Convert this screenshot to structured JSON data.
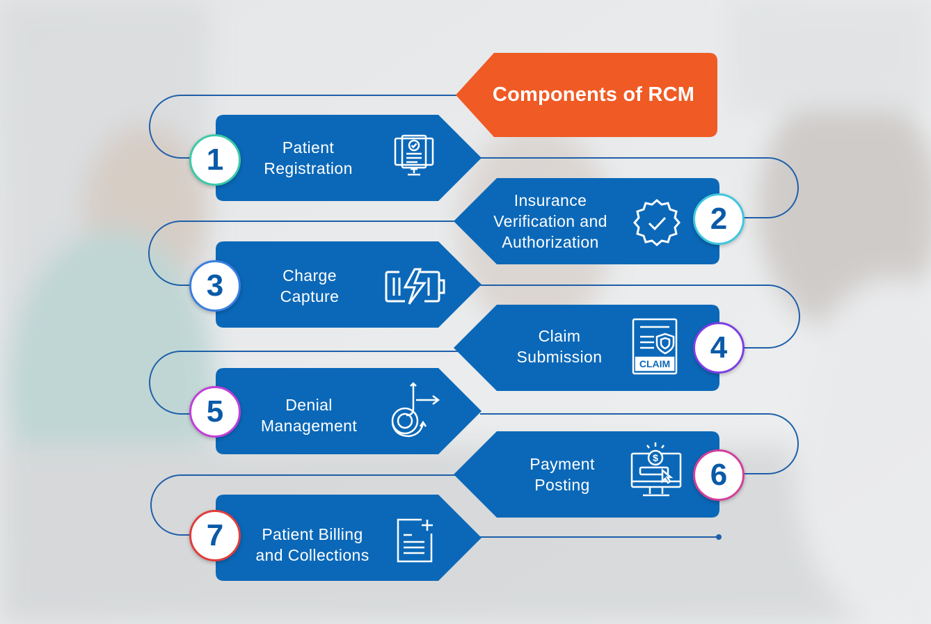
{
  "title": "Components of RCM",
  "colors": {
    "step_fill": "#0b68b8",
    "title_fill": "#f05a24",
    "connector": "#1e5fa8",
    "number_text": "#0b5aa8"
  },
  "steps": [
    {
      "number": "1",
      "label_line1": "Patient",
      "label_line2": "Registration",
      "label_line3": "",
      "icon": "registration-monitor-icon",
      "ring": "#3cc9a8"
    },
    {
      "number": "2",
      "label_line1": "Insurance",
      "label_line2": "Verification and",
      "label_line3": "Authorization",
      "icon": "verified-badge-icon",
      "ring": "#3ec6e0"
    },
    {
      "number": "3",
      "label_line1": "Charge",
      "label_line2": "Capture",
      "label_line3": "",
      "icon": "battery-charge-icon",
      "ring": "#3a7fe0"
    },
    {
      "number": "4",
      "label_line1": "Claim",
      "label_line2": "Submission",
      "label_line3": "",
      "icon": "claim-document-icon",
      "ring": "#7b3fe4"
    },
    {
      "number": "5",
      "label_line1": "Denial",
      "label_line2": "Management",
      "label_line3": "",
      "icon": "denial-arrow-gear-icon",
      "ring": "#c03fd8"
    },
    {
      "number": "6",
      "label_line1": "Payment",
      "label_line2": "Posting",
      "label_line3": "",
      "icon": "payment-monitor-icon",
      "ring": "#d23f9a"
    },
    {
      "number": "7",
      "label_line1": "Patient Billing",
      "label_line2": "and Collections",
      "label_line3": "",
      "icon": "billing-document-icon",
      "ring": "#e03c3c"
    }
  ],
  "icon_text": {
    "claim": "CLAIM",
    "dollar": "$"
  }
}
